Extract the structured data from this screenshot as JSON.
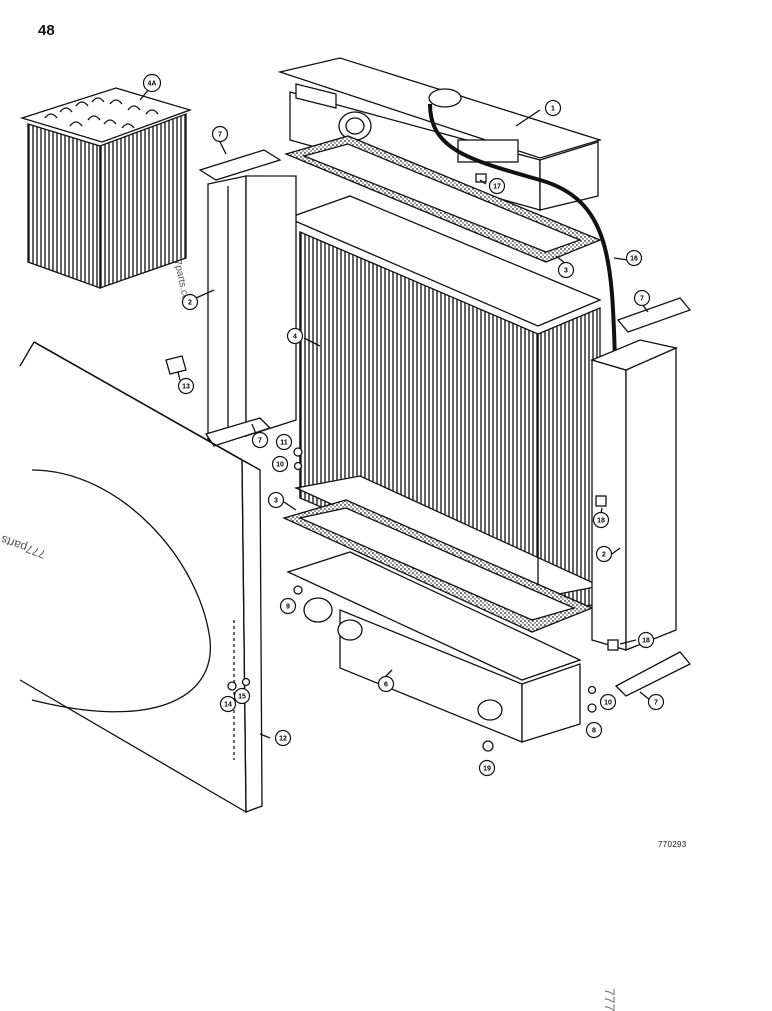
{
  "page": {
    "number": "48",
    "figure_code": "770293"
  },
  "watermarks": [
    "777parts.com",
    "777parts",
    "777"
  ],
  "callouts": [
    "1",
    "2",
    "2",
    "3",
    "3",
    "4",
    "4A",
    "6",
    "7",
    "7",
    "7",
    "7",
    "8",
    "9",
    "10",
    "10",
    "11",
    "12",
    "13",
    "14",
    "15",
    "16",
    "17",
    "18",
    "18",
    "19"
  ]
}
